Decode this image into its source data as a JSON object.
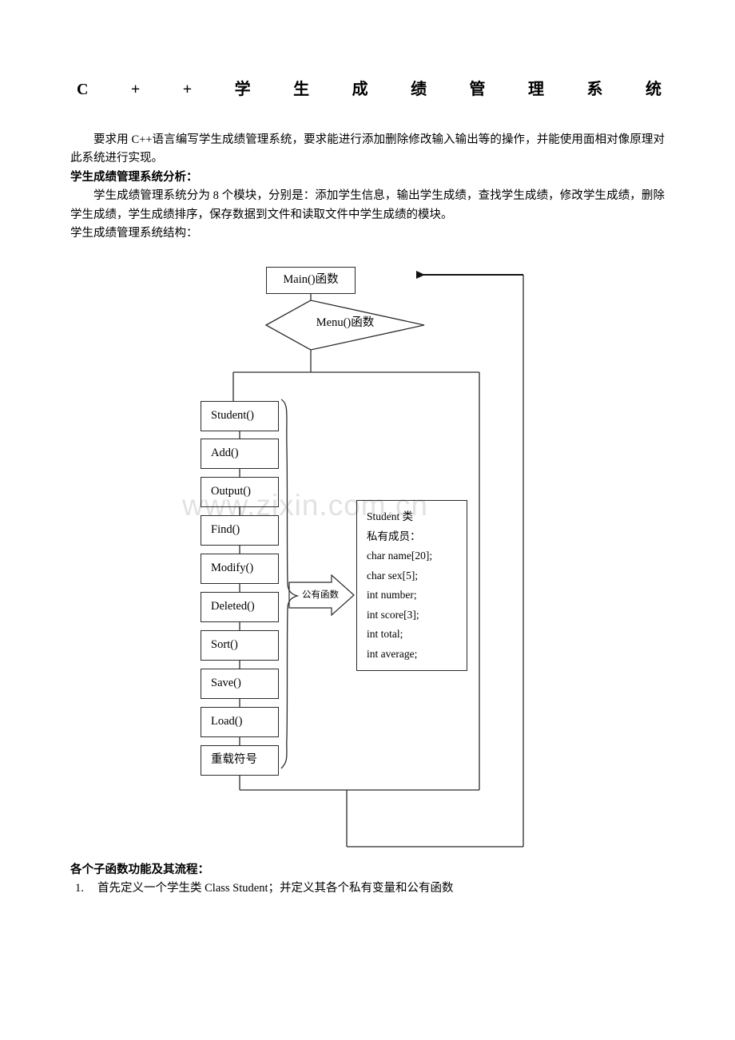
{
  "document": {
    "title_chars": [
      "C",
      "+",
      "+",
      "学",
      "生",
      "成",
      "绩",
      "管",
      "理",
      "系",
      "统"
    ],
    "title_text": "C++学生成绩管理系统",
    "intro_paragraph": "要求用 C++语言编写学生成绩管理系统，要求能进行添加删除修改输入输出等的操作，并能使用面相对像原理对此系统进行实现。",
    "analysis_heading": "学生成绩管理系统分析：",
    "analysis_paragraph": "学生成绩管理系统分为 8 个模块，分别是：添加学生信息，输出学生成绩，查找学生成绩，修改学生成绩，删除学生成绩，学生成绩排序，保存数据到文件和读取文件中学生成绩的模块。",
    "structure_heading": "学生成绩管理系统结构：",
    "functions_heading": "各个子函数功能及其流程：",
    "list_items": [
      {
        "number": "1.",
        "text": "首先定义一个学生类 Class Student；并定义其各个私有变量和公有函数"
      }
    ],
    "watermark": "www.zixin.com.cn"
  },
  "diagram": {
    "main_node": "Main()函数",
    "decision_node": "Menu()函数",
    "arrow_label": "公有函数",
    "function_boxes": [
      {
        "label": "Student()"
      },
      {
        "label": "Add()"
      },
      {
        "label": "Output()"
      },
      {
        "label": "Find()"
      },
      {
        "label": "Modify()"
      },
      {
        "label": "Deleted()"
      },
      {
        "label": "Sort()"
      },
      {
        "label": "Save()"
      },
      {
        "label": "Load()"
      },
      {
        "label": "重载符号"
      }
    ],
    "class_box": {
      "title": "Student 类",
      "members_label": "私有成员：",
      "members": [
        "char name[20];",
        "char sex[5];",
        "int number;",
        "int score[3];",
        "int total;",
        "int average;"
      ]
    }
  },
  "colors": {
    "ink": "#000000",
    "line": "#2b2b2b",
    "watermark": "#e2e2e2",
    "background": "#ffffff"
  }
}
